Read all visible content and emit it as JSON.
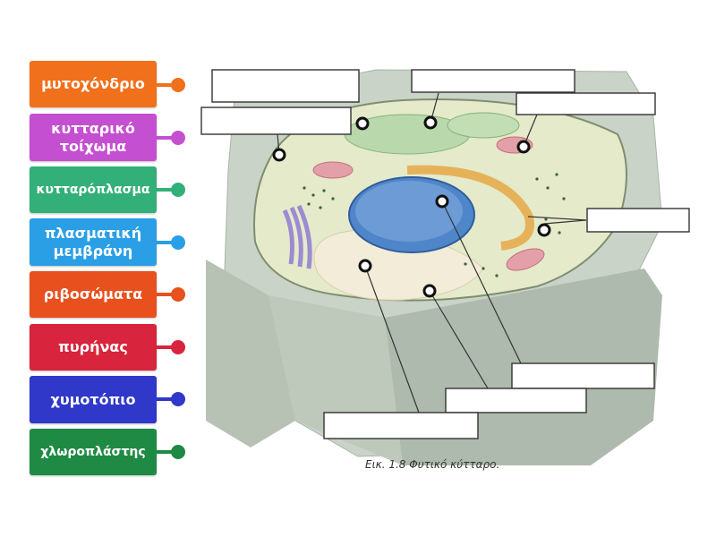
{
  "labels": [
    {
      "text": "μυτοχόνδριο",
      "color": "#f0701c"
    },
    {
      "text": "κυτταρικό τοίχωμα",
      "color": "#c44fd0"
    },
    {
      "text": "κυτταρόπλασμα",
      "color": "#33b07a"
    },
    {
      "text": "πλασματική μεμβράνη",
      "color": "#2a9fe6"
    },
    {
      "text": "ριβοσώματα",
      "color": "#e8501e"
    },
    {
      "text": "πυρήνας",
      "color": "#d8243c"
    },
    {
      "text": "χυμοτόπιο",
      "color": "#2f38c8"
    },
    {
      "text": "χλωροπλάστης",
      "color": "#1f8a43"
    }
  ],
  "caption": "Εικ. 1.8 Φυτικό κύτταρο."
}
